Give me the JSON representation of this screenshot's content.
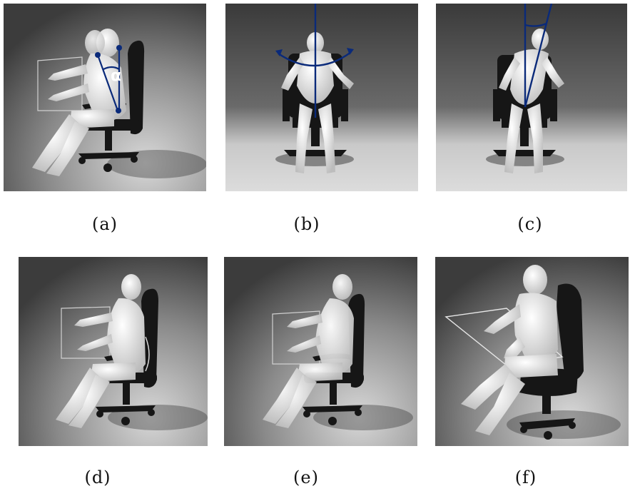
{
  "figure": {
    "panels": [
      {
        "id": "a",
        "caption": "(a)",
        "annotation": "α"
      },
      {
        "id": "b",
        "caption": "(b)"
      },
      {
        "id": "c",
        "caption": "(c)"
      },
      {
        "id": "d",
        "caption": "(d)"
      },
      {
        "id": "e",
        "caption": "(e)"
      },
      {
        "id": "f",
        "caption": "(f)"
      }
    ],
    "colors": {
      "annotation_line": "#0a2a7a",
      "figure": "#e4e4e4",
      "chair": "#161616",
      "background_dark": "#3a3a3a",
      "background_light": "#d6d6d6"
    }
  }
}
